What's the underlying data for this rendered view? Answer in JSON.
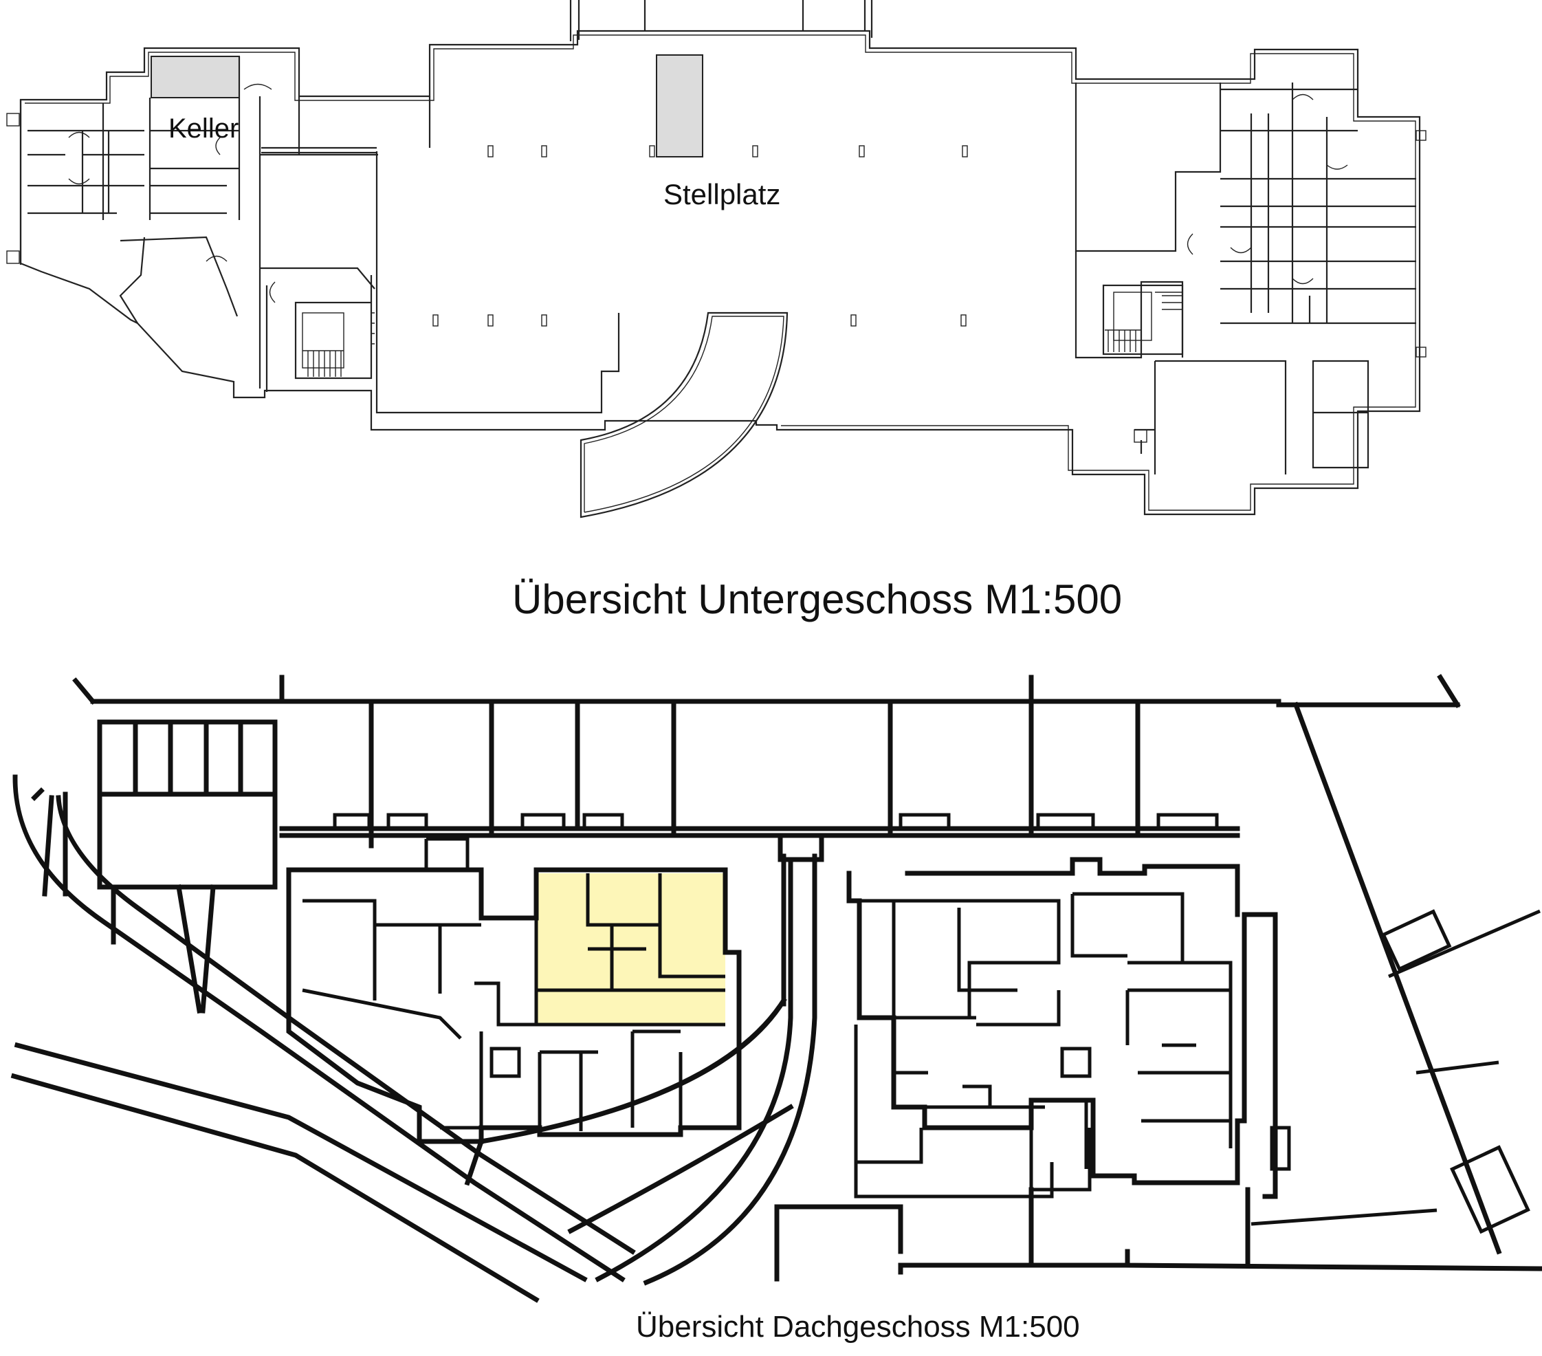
{
  "upper_plan": {
    "room_labels": {
      "keller": "Keller",
      "stellplatz": "Stellplatz"
    },
    "caption": "Übersicht Untergeschoss M1:500"
  },
  "lower_plan": {
    "caption": "Übersicht Dachgeschoss M1:500"
  },
  "colors": {
    "highlight_unit": "#fdf6b8",
    "shaded_room": "#dcdcdc",
    "line": "#111111"
  }
}
